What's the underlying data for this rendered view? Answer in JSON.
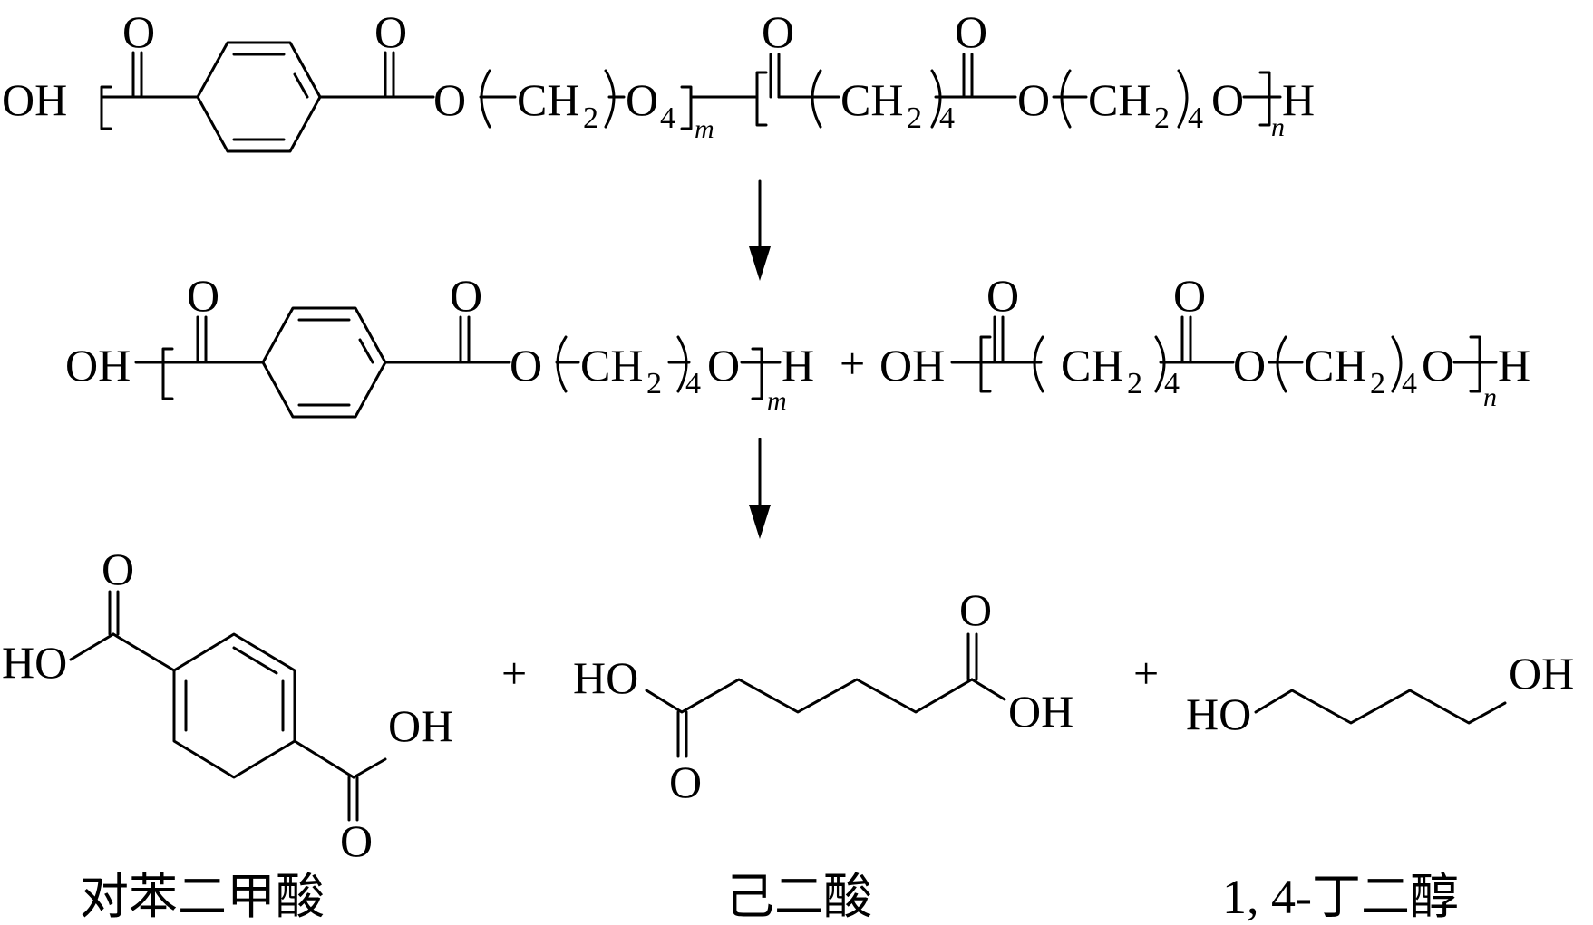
{
  "polymer": {
    "end_left": "OH",
    "carbonyl_o": "O",
    "ester_o": "O",
    "ch": "CH",
    "sub_2": "2",
    "sub_4": "4",
    "ether_o": "O",
    "rep_m": "m",
    "rep_n": "n",
    "end_h": "H"
  },
  "intermediate": {
    "plus": "+",
    "oh": "OH",
    "h": "H"
  },
  "products": {
    "plus": "+",
    "ho": "HO",
    "oh": "OH",
    "o": "O",
    "name_terephthalic": "对苯二甲酸",
    "name_adipic": "己二酸",
    "name_butanediol": "1, 4-丁二醇"
  }
}
